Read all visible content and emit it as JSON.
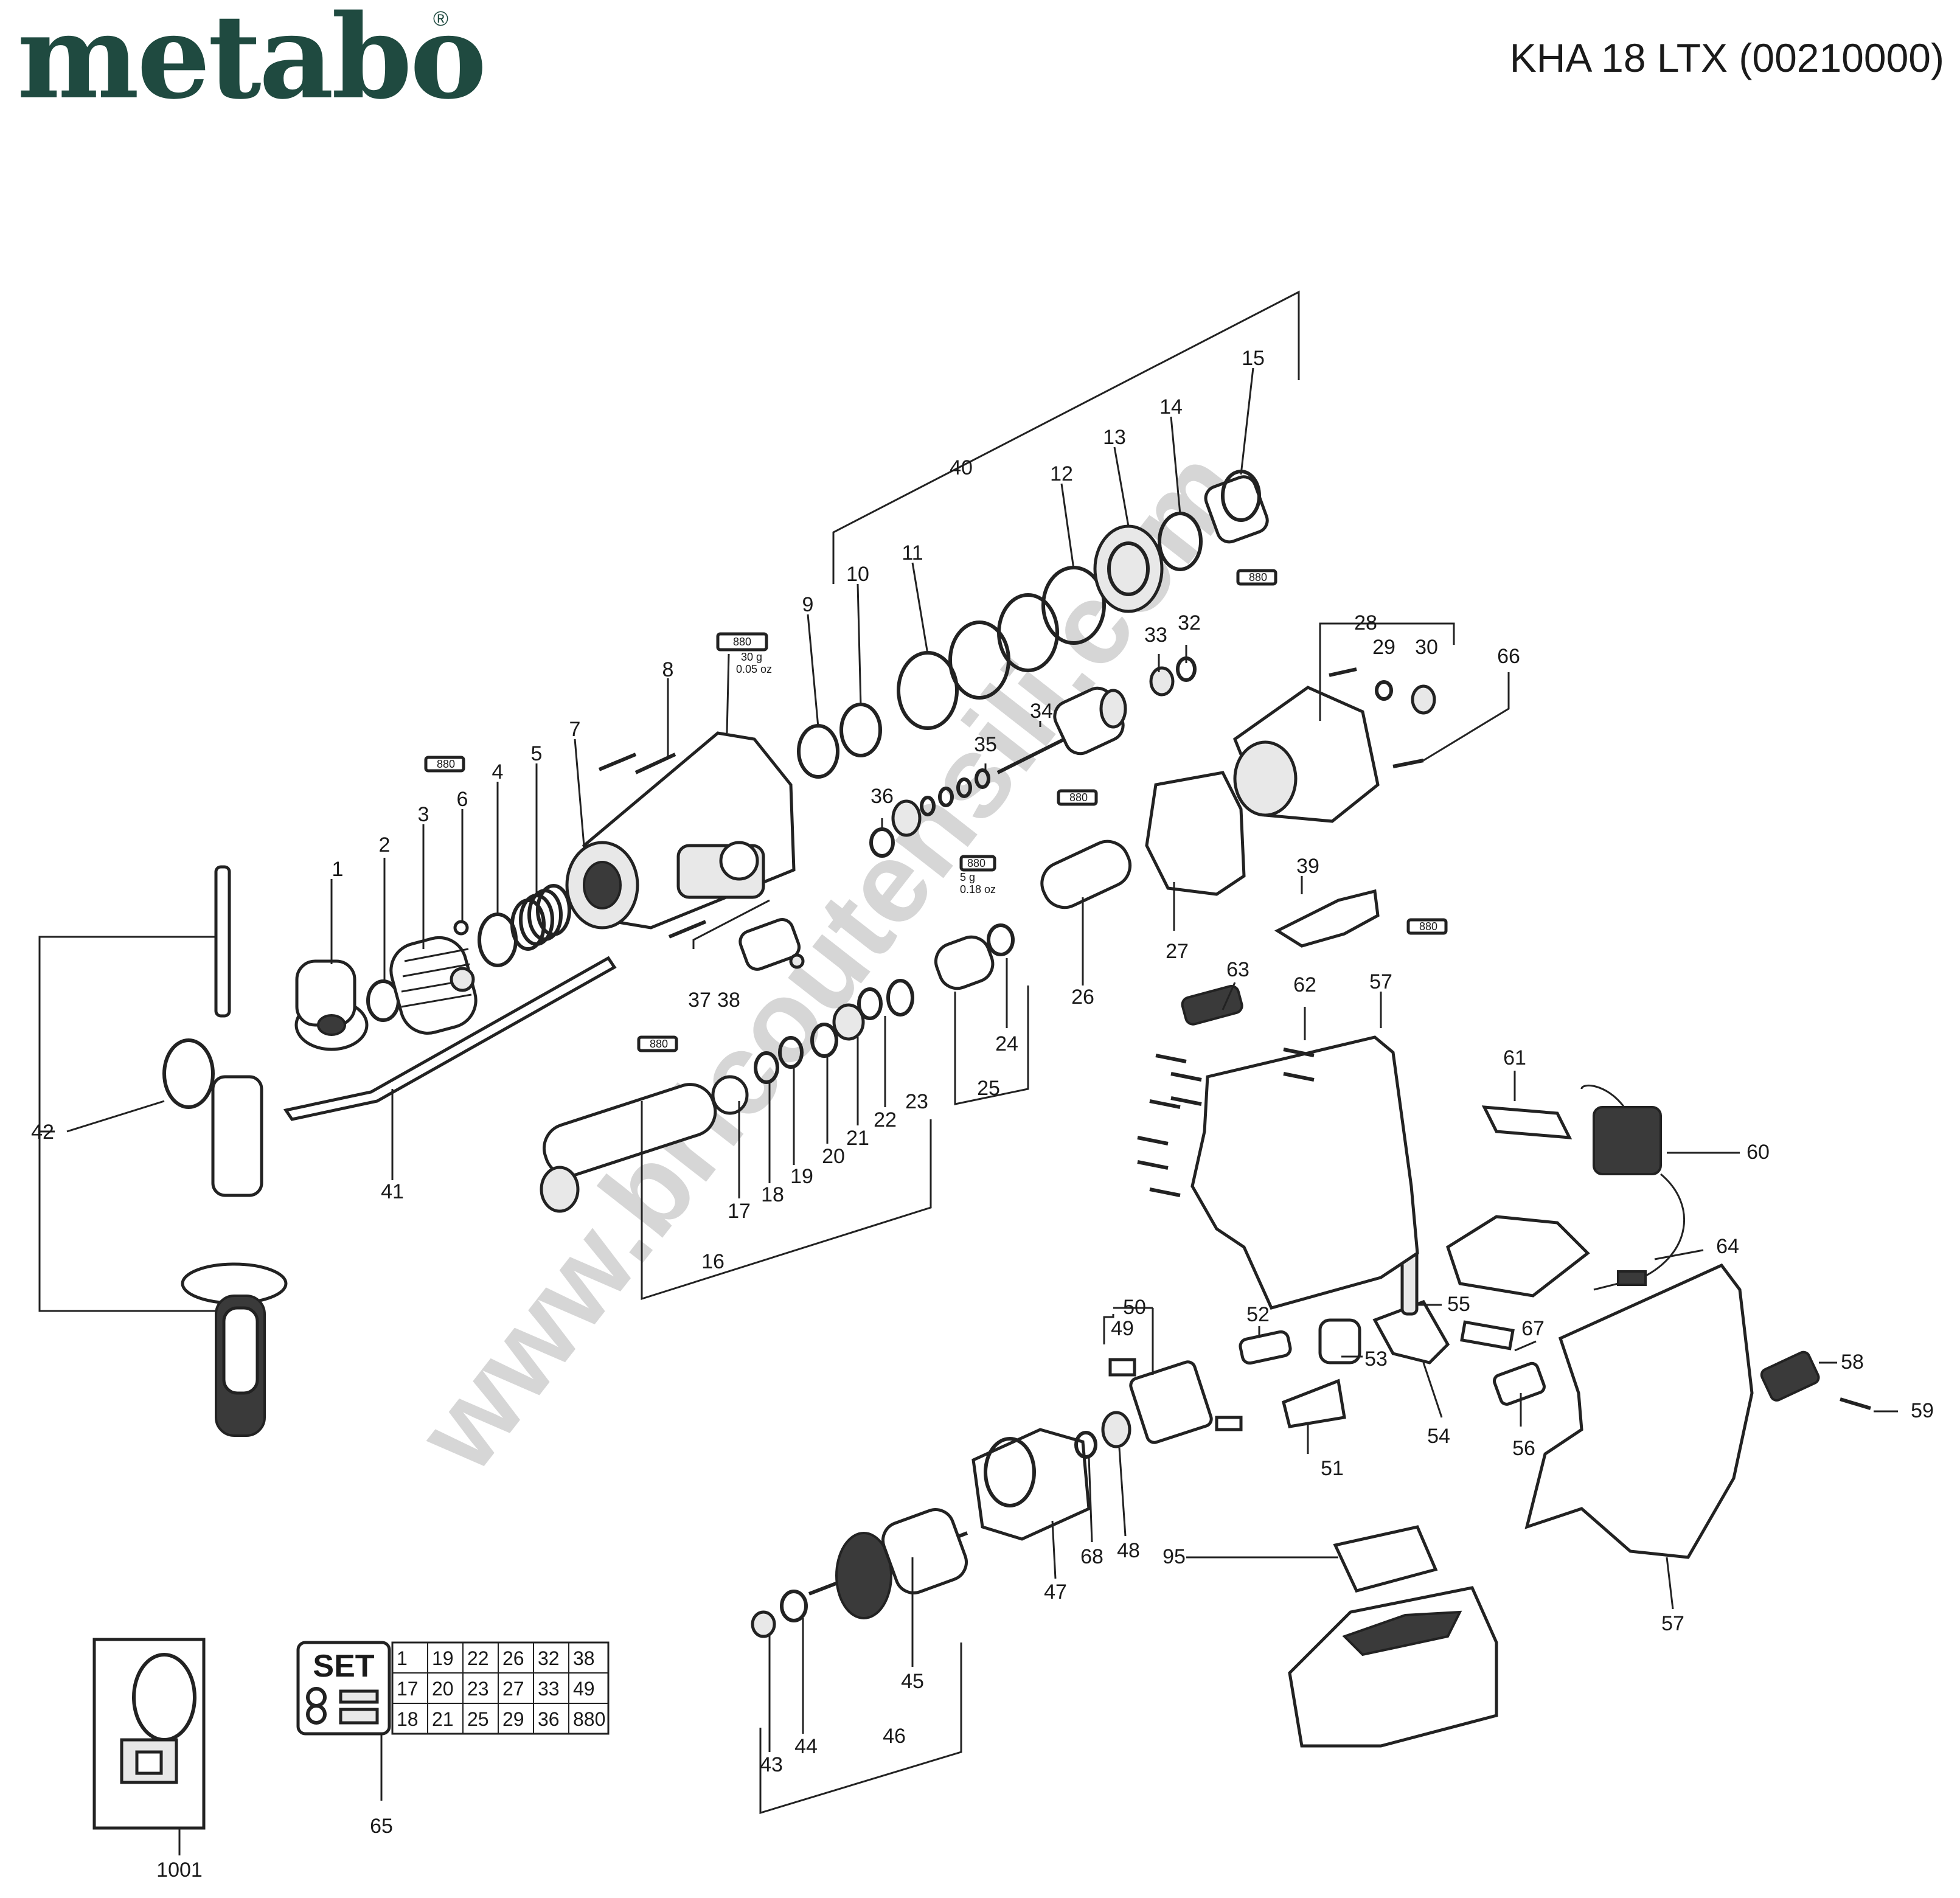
{
  "header": {
    "brand": "metabo",
    "registered_mark": "®",
    "model": "KHA 18 LTX (00210000)"
  },
  "watermark": "www.bricoutensili.com",
  "grease_tags": {
    "tag_880": "880",
    "tag_30g_qty": "30 g",
    "tag_30g_oz": "0.05 oz",
    "tag_5g_qty": "5 g",
    "tag_5g_oz": "0.18 oz"
  },
  "callouts": [
    "1",
    "2",
    "3",
    "4",
    "5",
    "6",
    "7",
    "8",
    "9",
    "10",
    "11",
    "12",
    "13",
    "14",
    "15",
    "16",
    "17",
    "18",
    "19",
    "20",
    "21",
    "22",
    "23",
    "24",
    "25",
    "26",
    "27",
    "28",
    "29",
    "30",
    "32",
    "33",
    "34",
    "35",
    "36",
    "37",
    "38",
    "39",
    "40",
    "41",
    "42",
    "43",
    "44",
    "45",
    "46",
    "47",
    "48",
    "49",
    "50",
    "51",
    "52",
    "53",
    "54",
    "55",
    "56",
    "57",
    "57",
    "58",
    "59",
    "60",
    "61",
    "62",
    "63",
    "64",
    "65",
    "66",
    "67",
    "68",
    "95",
    "1001"
  ],
  "set_box": {
    "title": "SET",
    "rows": [
      [
        "1",
        "19",
        "22",
        "26",
        "32",
        "38"
      ],
      [
        "17",
        "20",
        "23",
        "27",
        "33",
        "49"
      ],
      [
        "18",
        "21",
        "25",
        "29",
        "36",
        "880"
      ]
    ],
    "callout": "65"
  },
  "inset": {
    "callout": "1001"
  }
}
